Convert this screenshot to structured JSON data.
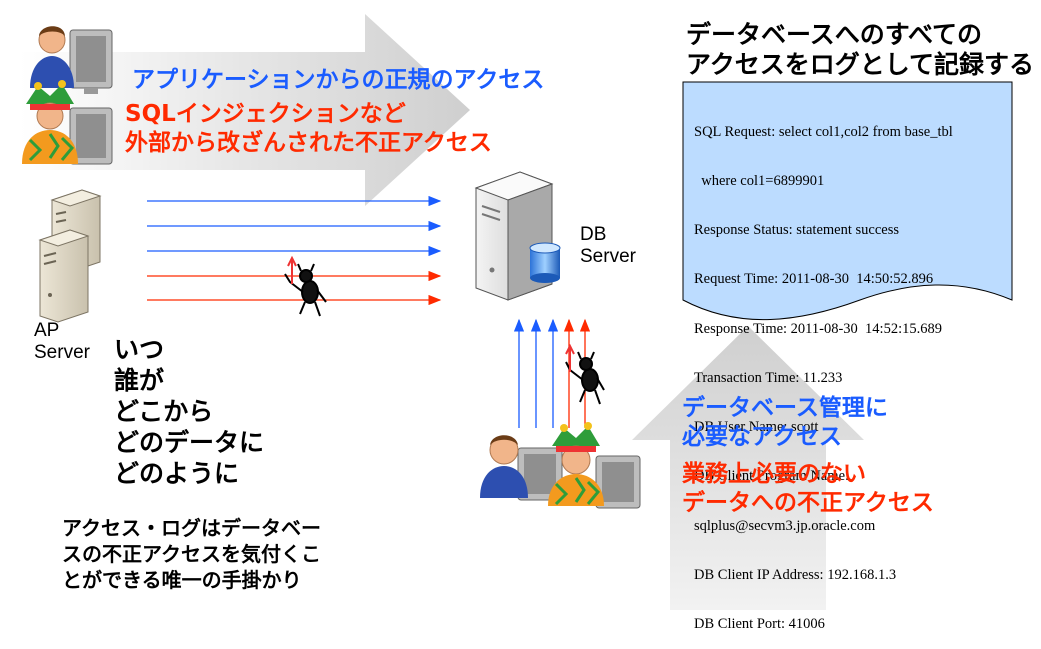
{
  "top_right_title": [
    "データベースへのすべての",
    "アクセスをログとして記録する"
  ],
  "log_box_lines": [
    "SQL Request: select col1,col2 from base_tbl",
    "  where col1=6899901",
    "Response Status: statement success",
    "Request Time: 2011-08-30  14:50:52.896",
    "Response Time: 2011-08-30  14:52:15.689",
    "Transaction Time: 11.233",
    "DB User Name: scott",
    "DB Client Program Name:",
    "sqlplus@secvm3.jp.oracle.com",
    "DB Client IP Address: 192.168.1.3",
    "DB Client Port: 41006"
  ],
  "legit_app_access": "アプリケーションからの正規のアクセス",
  "illegal_access": [
    "SQLインジェクションなど",
    "外部から改ざんされた不正アクセス"
  ],
  "ap_server_label": [
    "AP",
    "Server"
  ],
  "db_server_label": [
    "DB",
    "Server"
  ],
  "questions": [
    "いつ",
    "誰が",
    "どこから",
    "どのデータに",
    "どのように"
  ],
  "conclusion": [
    "アクセス・ログはデータベー",
    "スの不正アクセスを気付くこ",
    "とができる唯一の手掛かり"
  ],
  "admin_access": [
    "データベース管理に",
    "必要なアクセス"
  ],
  "unneeded_access": [
    "業務上必要のない",
    "データへの不正アクセス"
  ],
  "colors": {
    "legit": "#1a5cff",
    "illegal": "#ff2a00",
    "big_arrow": "#d9d9d9",
    "log_box": "#bcdcff"
  }
}
